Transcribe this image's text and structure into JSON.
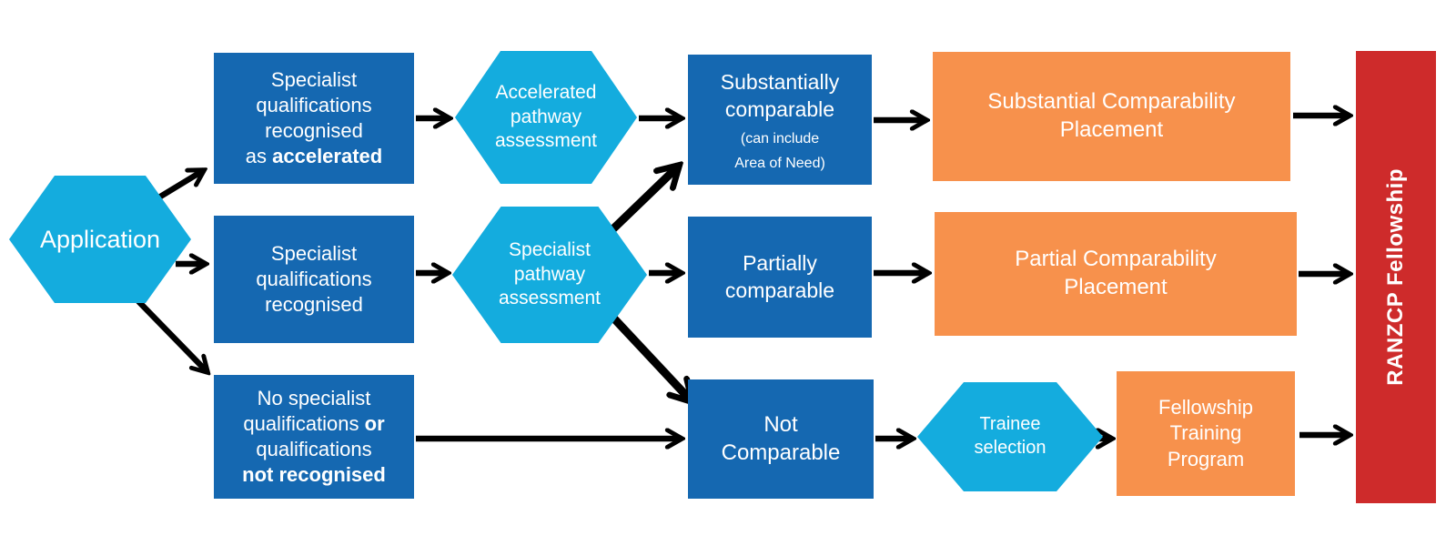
{
  "colors": {
    "box_blue": "#1568B1",
    "hex_cyan": "#14ACDE",
    "box_orange": "#F7914C",
    "bar_red": "#CE2B2B",
    "arrow_black": "#000000",
    "text_white": "#FFFFFF"
  },
  "nodes": {
    "application": {
      "label": "Application"
    },
    "accel_quals": {
      "line1": "Specialist",
      "line2": "qualifications",
      "line3": "recognised",
      "line4_pre": "as ",
      "line4_bold": "accelerated"
    },
    "accel_assessment": {
      "line1": "Accelerated",
      "line2": "pathway",
      "line3": "assessment"
    },
    "substantially_comparable": {
      "line1": "Substantially",
      "line2": "comparable",
      "note1": "(can include",
      "note2": "Area of Need)"
    },
    "substantial_placement": {
      "line1": "Substantial Comparability",
      "line2": "Placement"
    },
    "spec_quals": {
      "line1": "Specialist",
      "line2": "qualifications",
      "line3": "recognised"
    },
    "spec_assessment": {
      "line1": "Specialist",
      "line2": "pathway",
      "line3": "assessment"
    },
    "partially_comparable": {
      "line1": "Partially",
      "line2": "comparable"
    },
    "partial_placement": {
      "line1": "Partial Comparability",
      "line2": "Placement"
    },
    "no_quals": {
      "line1": "No specialist",
      "line2_pre": "qualifications ",
      "line2_bold": "or",
      "line3": "qualifications",
      "line4_bold": "not recognised"
    },
    "not_comparable": {
      "line1": "Not",
      "line2": "Comparable"
    },
    "trainee_selection": {
      "line1": "Trainee",
      "line2": "selection"
    },
    "fellowship_program": {
      "line1": "Fellowship",
      "line2": "Training",
      "line3": "Program"
    },
    "ranzcp": {
      "label": "RANZCP Fellowship"
    }
  }
}
